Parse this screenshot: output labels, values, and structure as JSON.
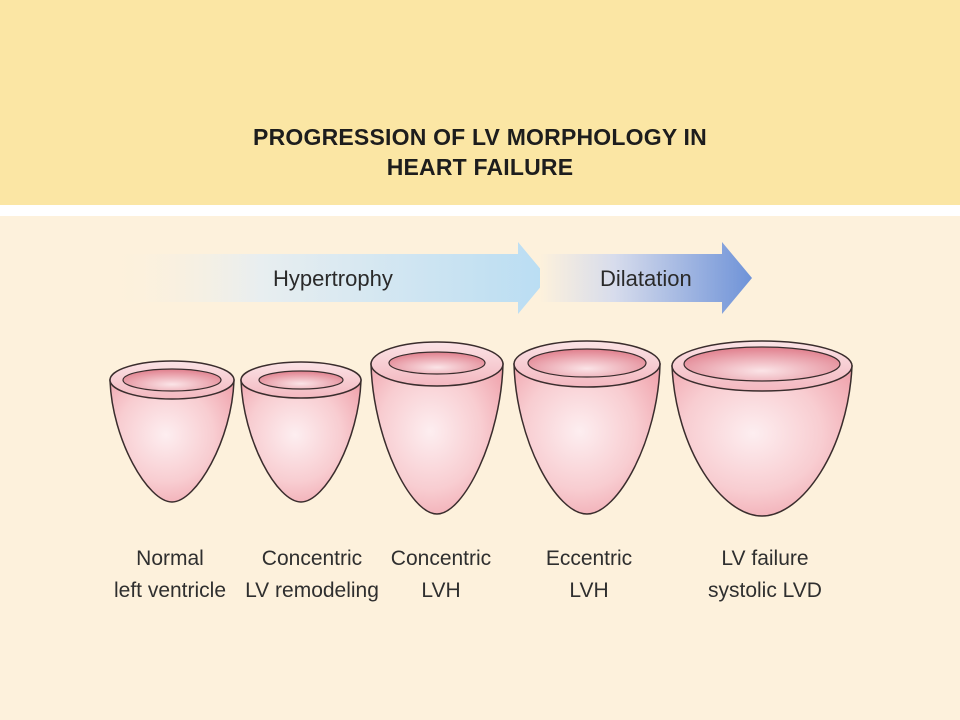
{
  "title": {
    "line1": "PROGRESSION OF LV MORPHOLOGY IN",
    "line2": "HEART FAILURE"
  },
  "arrows": [
    {
      "label": "Hypertrophy"
    },
    {
      "label": "Dilatation"
    }
  ],
  "stages": [
    {
      "line1": "Normal",
      "line2": "left ventricle"
    },
    {
      "line1": "Concentric",
      "line2": "LV remodeling"
    },
    {
      "line1": "Concentric",
      "line2": "LVH"
    },
    {
      "line1": "Eccentric",
      "line2": "LVH"
    },
    {
      "line1": "LV failure",
      "line2": "systolic LVD"
    }
  ],
  "colors": {
    "title_band": "#fbe6a4",
    "content_background": "#fdf1dc",
    "ventricle_fill": "#f7c6c9",
    "ventricle_outline": "#3a2d2d",
    "arrow_hypertrophy": "#bfe0f3",
    "arrow_dilatation": "#7d9fdc"
  }
}
